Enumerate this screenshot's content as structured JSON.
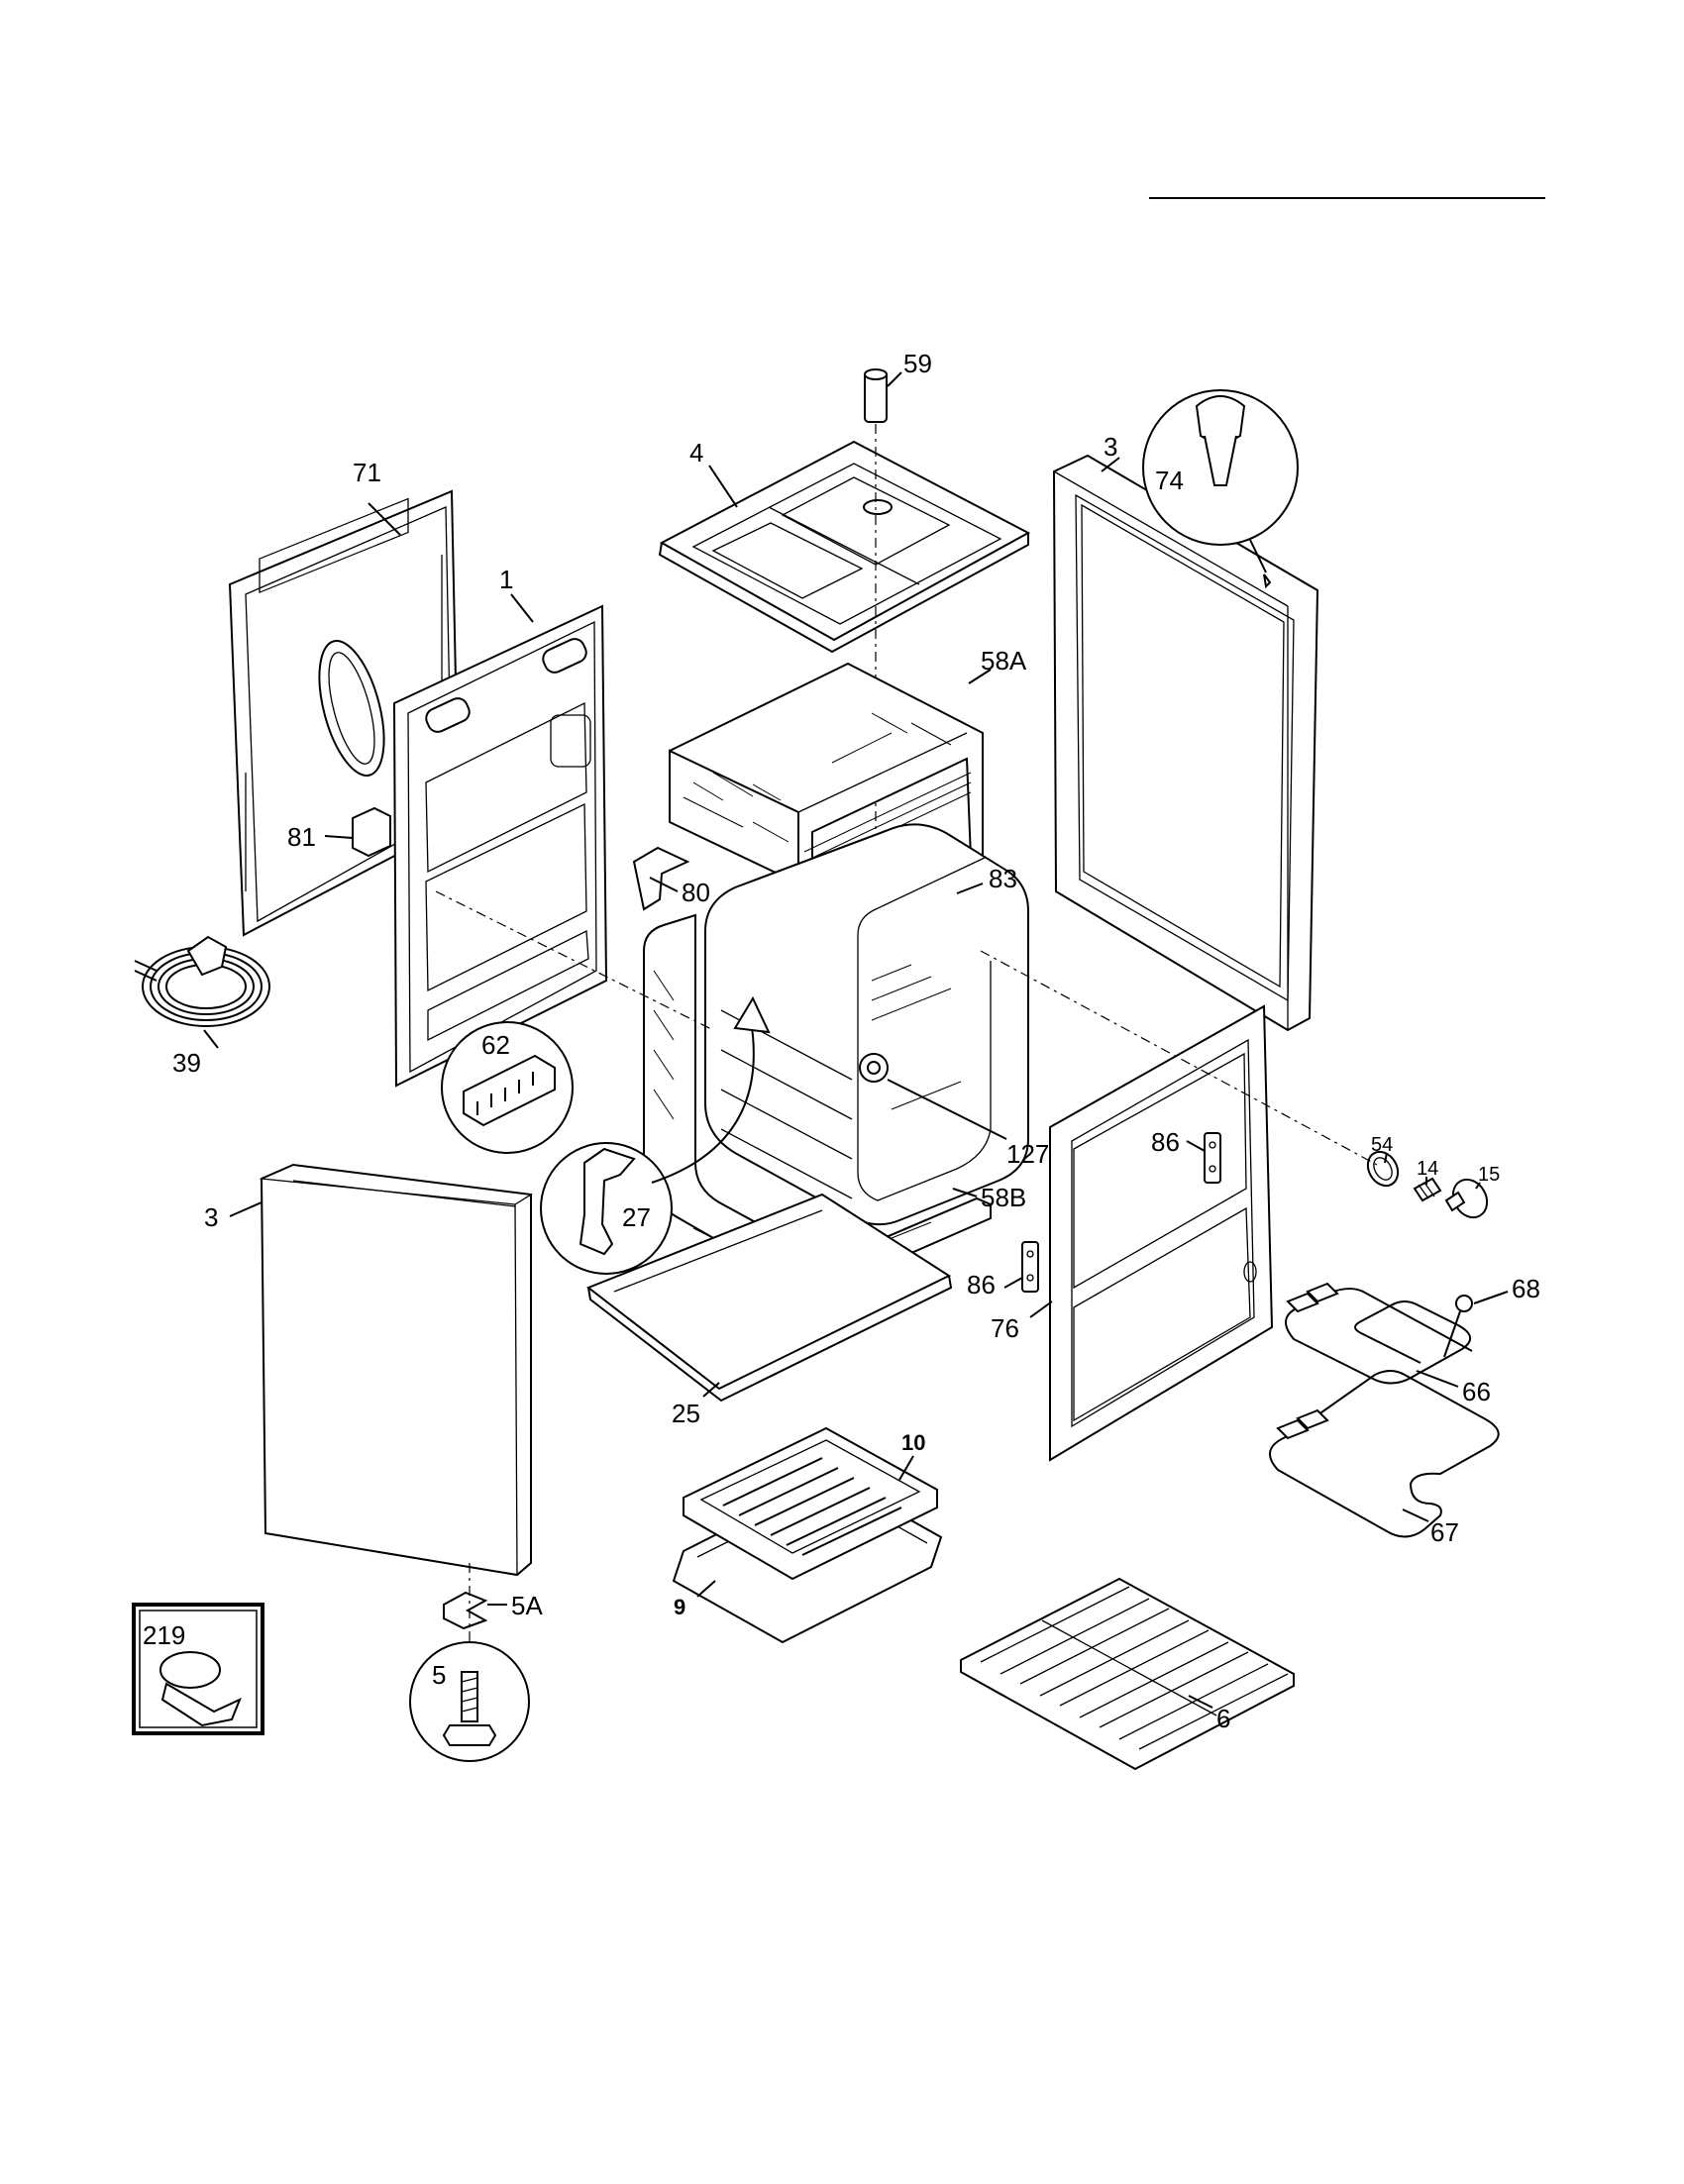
{
  "callouts": [
    {
      "id": "c59",
      "text": "59"
    },
    {
      "id": "c4",
      "text": "4"
    },
    {
      "id": "c71",
      "text": "71"
    },
    {
      "id": "c1",
      "text": "1"
    },
    {
      "id": "c3top",
      "text": "3"
    },
    {
      "id": "c74",
      "text": "74"
    },
    {
      "id": "c58A",
      "text": "58A"
    },
    {
      "id": "c81",
      "text": "81"
    },
    {
      "id": "c80",
      "text": "80"
    },
    {
      "id": "c83",
      "text": "83"
    },
    {
      "id": "c39",
      "text": "39"
    },
    {
      "id": "c62",
      "text": "62"
    },
    {
      "id": "c127",
      "text": "127"
    },
    {
      "id": "c86a",
      "text": "86"
    },
    {
      "id": "c54",
      "text": "54"
    },
    {
      "id": "c14",
      "text": "14"
    },
    {
      "id": "c15",
      "text": "15"
    },
    {
      "id": "c3left",
      "text": "3"
    },
    {
      "id": "c27",
      "text": "27"
    },
    {
      "id": "c58B",
      "text": "58B"
    },
    {
      "id": "c86b",
      "text": "86"
    },
    {
      "id": "c68",
      "text": "68"
    },
    {
      "id": "c76",
      "text": "76"
    },
    {
      "id": "c66",
      "text": "66"
    },
    {
      "id": "c25",
      "text": "25"
    },
    {
      "id": "c10",
      "text": "10"
    },
    {
      "id": "c67",
      "text": "67"
    },
    {
      "id": "c9",
      "text": "9"
    },
    {
      "id": "c5A",
      "text": "5A"
    },
    {
      "id": "c219",
      "text": "219"
    },
    {
      "id": "c5",
      "text": "5"
    },
    {
      "id": "c6",
      "text": "6"
    }
  ]
}
